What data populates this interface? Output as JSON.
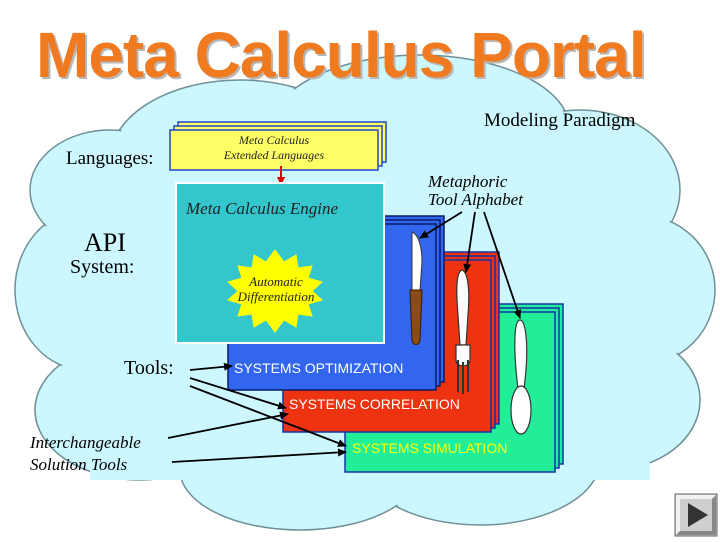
{
  "title": "Meta Calculus Portal",
  "labels": {
    "modeling_paradigm": "Modeling Paradigm",
    "languages": "Languages:",
    "api": "API",
    "system": "System:",
    "tools": "Tools:",
    "metaphoric_line1": "Metaphoric",
    "metaphoric_line2": "Tool Alphabet",
    "interchangeable_line1": "Interchangeable",
    "interchangeable_line2": "Solution Tools"
  },
  "boxes": {
    "extended_languages_line1": "Meta Calculus",
    "extended_languages_line2": "Extended Languages",
    "engine": "Meta Calculus Engine",
    "autodiff_line1": "Automatic",
    "autodiff_line2": "Differentiation",
    "optimization": "SYSTEMS OPTIMIZATION",
    "correlation": "SYSTEMS CORRELATION",
    "simulation": "SYSTEMS SIMULATION"
  },
  "colors": {
    "title": "#f07a20",
    "cloud": "#ccf7ff",
    "engine": "#33c6cc",
    "languages_box": "#ffff66",
    "optimization": "#3366ee",
    "correlation": "#ee3311",
    "simulation": "#22ee99",
    "starburst": "#ffff00"
  },
  "icons": {
    "knife": "knife-icon",
    "fork": "fork-icon",
    "spoon": "spoon-icon",
    "next": "next-arrow-icon"
  }
}
